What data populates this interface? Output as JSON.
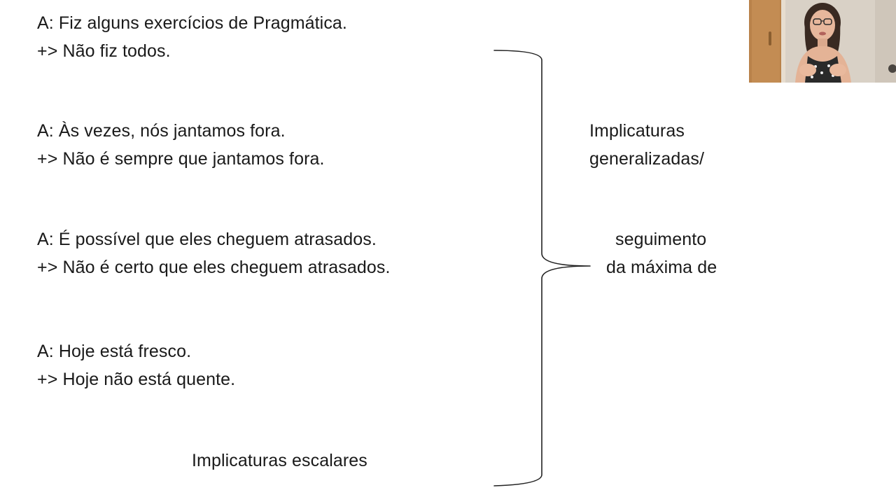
{
  "examples": [
    {
      "utterance": "A: Fiz alguns exercícios de Pragmática.",
      "implicature": "+> Não fiz todos."
    },
    {
      "utterance": "A: Às vezes, nós jantamos fora.",
      "implicature": "+> Não é sempre que jantamos fora."
    },
    {
      "utterance": "A: É possível que eles cheguem atrasados.",
      "implicature": "+> Não é certo que eles cheguem atrasados."
    },
    {
      "utterance": "A: Hoje está fresco.",
      "implicature": "+> Hoje não está quente."
    }
  ],
  "bottom_label": "Implicaturas escalares",
  "right_labels": {
    "line1": "Implicaturas",
    "line2": "generalizadas/",
    "line3": "seguimento",
    "line4": "da máxima de"
  }
}
